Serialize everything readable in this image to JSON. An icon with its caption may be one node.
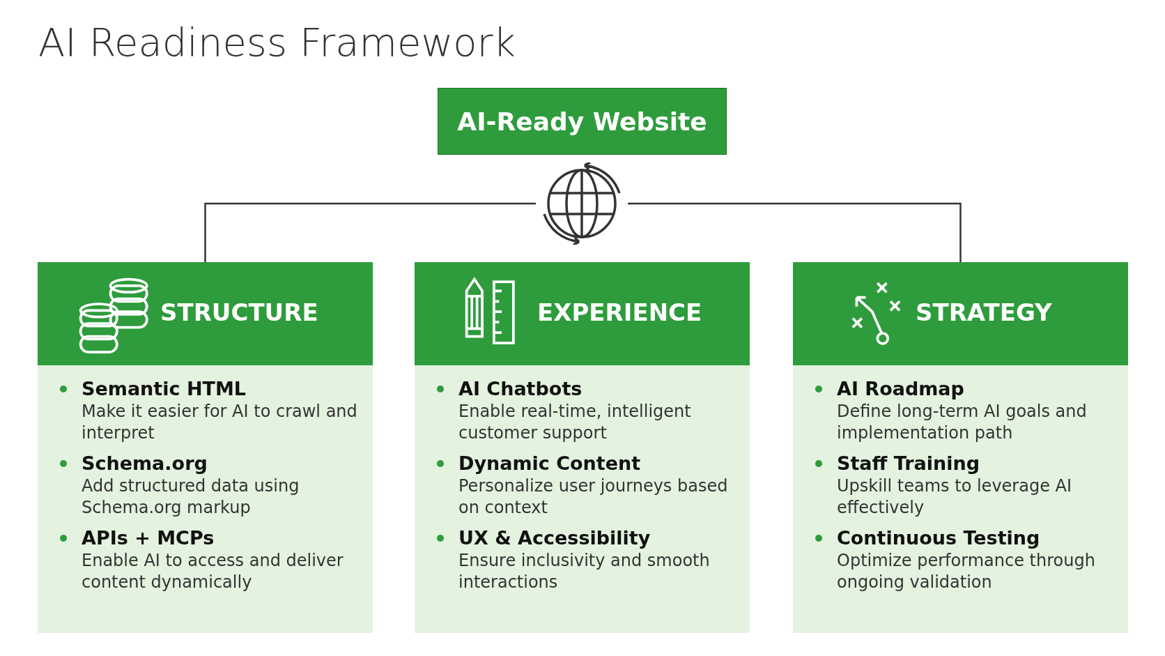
{
  "diagram": {
    "title": "AI Readiness Framework",
    "nodes": [
      {
        "text": [
          "AI-Ready Website"
        ]
      },
      {
        "text": [],
        "shape": "globe"
      },
      {
        "text": [
          "STRUCTURE",
          "Semantic HTML",
          "Make it easier for AI to crawl and interpret",
          "Schema.org",
          "Add structured data using Schema.org markup",
          "APIs + MCPs",
          "Enable AI to access and deliver content dynamically"
        ]
      },
      {
        "text": [
          "EXPERIENCE",
          "AI Chatbots",
          "Enable real-time, intelligent customer support",
          "Dynamic Content",
          "Personalize user journeys based on context",
          "UX & Accessibility",
          "Ensure inclusivity and smooth interactions"
        ]
      },
      {
        "text": [
          "STRATEGY",
          "AI Roadmap",
          "Define long-term AI goals and implementation path",
          "Staff Training",
          "Upskill teams to leverage AI effectively",
          "Continuous Testing",
          "Optimize performance through ongoing validation"
        ]
      }
    ],
    "edges": [
      {
        "from": 1,
        "to": 2,
        "arrow": "none"
      },
      {
        "from": 1,
        "to": 4,
        "arrow": "none"
      }
    ]
  }
}
